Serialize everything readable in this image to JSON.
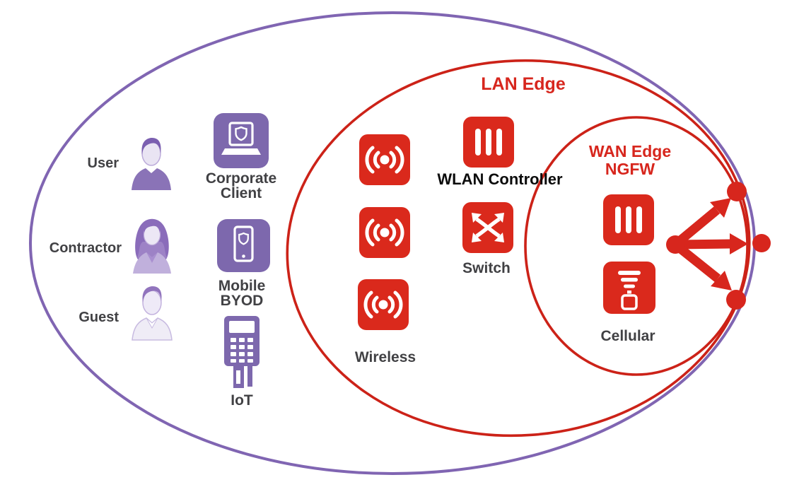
{
  "colors": {
    "purple_line": "#8065b2",
    "purple_icon": "#7d68ad",
    "red_line": "#cc2218",
    "red_icon": "#da291c",
    "label_gray": "#414144",
    "label_black": "#0b0b0b",
    "white": "#ffffff"
  },
  "identity_zone": {
    "users": [
      {
        "label": "User"
      },
      {
        "label": "Contractor"
      },
      {
        "label": "Guest"
      }
    ],
    "devices": [
      {
        "label": "Corporate\nClient"
      },
      {
        "label": "Mobile\nBYOD"
      },
      {
        "label": "IoT"
      }
    ]
  },
  "lan_edge": {
    "title": "LAN Edge",
    "wlan_controller_label": "WLAN Controller",
    "switch_label": "Switch",
    "wireless_label": "Wireless"
  },
  "wan_edge": {
    "title": "WAN Edge\nNGFW",
    "cellular_label": "Cellular"
  },
  "icons": {
    "wireless_ap": "wireless-signal-icon",
    "wlan_controller": "vertical-bars-icon",
    "switch": "crossing-arrows-icon",
    "wan_firewall": "vertical-bars-icon",
    "cellular": "cellular-modem-icon",
    "branch": "three-way-branch-arrow-icon"
  }
}
